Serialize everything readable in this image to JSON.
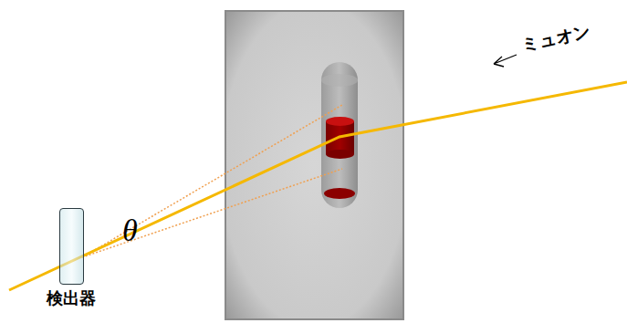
{
  "diagram": {
    "nodes": [
      {
        "text": [
          "検出器"
        ]
      }
    ],
    "labels": [
      "ミュオン",
      "θ"
    ]
  }
}
